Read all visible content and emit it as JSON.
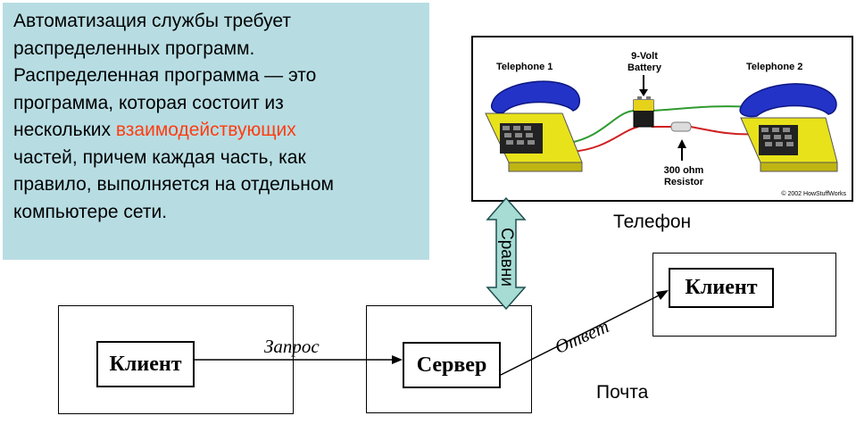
{
  "intro": {
    "line1": "Автоматизация службы требует",
    "line2": "распределенных программ.",
    "line3": "Распределенная программа — это",
    "line4": "программа, которая состоит из",
    "line5_before": "нескольких ",
    "line5_highlight": "взаимодействующих",
    "line6": "частей, причем каждая часть, как",
    "line7": "правило, выполняется на отдельном",
    "line8": "компьютере сети.",
    "highlight_color": "#ff3c10",
    "background_color": "#b7dde3"
  },
  "telephone_figure": {
    "phone1_label": "Telephone 1",
    "phone2_label": "Telephone 2",
    "battery_label_line1": "9-Volt",
    "battery_label_line2": "Battery",
    "resistor_label_line1": "300 ohm",
    "resistor_label_line2": "Resistor",
    "copyright": "© 2002 HowStuffWorks",
    "phone_body_color": "#e8e21a",
    "handset_color": "#2333c8"
  },
  "telephone_caption": "Телефон",
  "compare_label": "Сравни",
  "mail_caption": "Почта",
  "diagram": {
    "client_left": "Клиент",
    "server": "Сервер",
    "client_right": "Клиент",
    "request_label": "Запрос",
    "response_label": "Ответ"
  }
}
